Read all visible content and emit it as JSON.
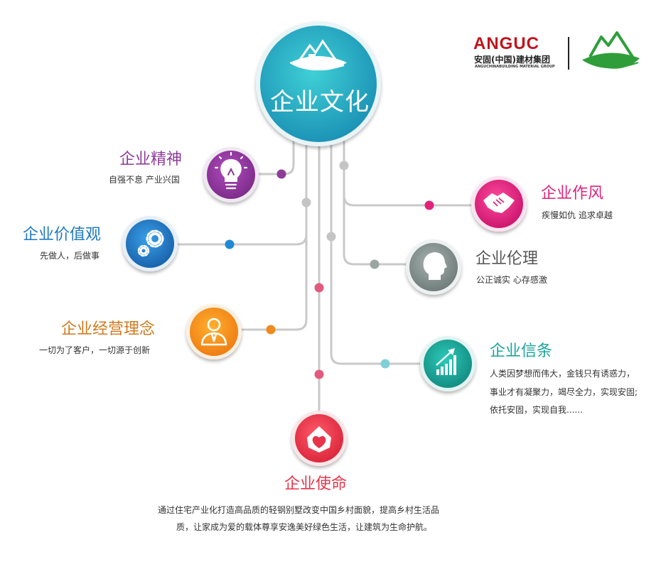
{
  "brand": {
    "logo_name": "ANGUC",
    "logo_cn": "安固(中国)建材集团",
    "logo_en": "ANGUCHINABUILDING MATERIAL GROUP",
    "colors": {
      "red": "#c0141c",
      "green": "#2f9e3a"
    }
  },
  "center": {
    "title": "企业文化",
    "icon": "house-mountain-leaf-icon",
    "color": "#2aa6b8"
  },
  "nodes": {
    "spirit": {
      "title": "企业精神",
      "desc": [
        "自强不息 产业兴国"
      ],
      "icon": "lightbulb-icon",
      "color": "#8e3c99"
    },
    "value": {
      "title": "企业价值观",
      "desc": [
        "先做人，后做事"
      ],
      "icon": "gears-icon",
      "color": "#1f79c2"
    },
    "concept": {
      "title": "企业经营理念",
      "desc": [
        "一切为了客户，一切源于创新"
      ],
      "icon": "person-icon",
      "color": "#ef8a1f"
    },
    "mission": {
      "title": "企业使命",
      "desc": [
        "通过住宅产业化打造高品质的轻钢别墅改变中国乡村面貌，提高乡村生活品",
        "质，让家成为爱的载体尊享安逸美好绿色生活，让建筑为生命护航。"
      ],
      "icon": "house-heart-icon",
      "color": "#e8344a"
    },
    "style": {
      "title": "企业作风",
      "desc": [
        "疾慢如仇 追求卓越"
      ],
      "icon": "handshake-icon",
      "color": "#e0237b"
    },
    "ethics": {
      "title": "企业伦理",
      "desc": [
        "公正诚实 心存感激"
      ],
      "icon": "head-icon",
      "color": "#7f8c8a"
    },
    "creed": {
      "title": "企业信条",
      "desc": [
        "人类因梦想而伟大，金钱只有诱惑力，",
        "事业才有凝聚力，竭尽全力，实现安固;",
        "依托安固，实现自我......"
      ],
      "icon": "growth-chart-icon",
      "color": "#1aa59a"
    }
  }
}
